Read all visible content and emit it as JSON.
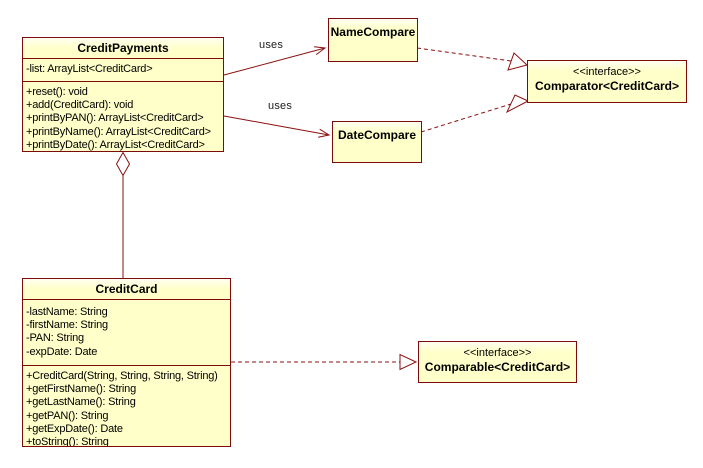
{
  "diagram": {
    "colors": {
      "box_fill": "#ffffc9",
      "box_border": "#7d0b0b",
      "line": "#8b0f0f",
      "background": "#ffffff"
    },
    "classes": {
      "creditPayments": {
        "name": "CreditPayments",
        "attributes": [
          "-list: ArrayList<CreditCard>"
        ],
        "methods": [
          "+reset(): void",
          "+add(CreditCard): void",
          "+printByPAN(): ArrayList<CreditCard>",
          "+printByName(): ArrayList<CreditCard>",
          "+printByDate(): ArrayList<CreditCard>"
        ]
      },
      "nameCompare": {
        "name": "NameCompare"
      },
      "dateCompare": {
        "name": "DateCompare"
      },
      "comparatorInterface": {
        "stereotype": "<<interface>>",
        "name": "Comparator<CreditCard>"
      },
      "creditCard": {
        "name": "CreditCard",
        "attributes": [
          "-lastName: String",
          "-firstName: String",
          "-PAN: String",
          "-expDate: Date"
        ],
        "methods": [
          "+CreditCard(String, String, String, String)",
          "+getFirstName(): String",
          "+getLastName(): String",
          "+getPAN(): String",
          "+getExpDate(): Date",
          "+toString(): String"
        ]
      },
      "comparableInterface": {
        "stereotype": "<<interface>>",
        "name": "Comparable<CreditCard>"
      }
    },
    "edge_labels": {
      "uses_name_compare": "uses",
      "uses_date_compare": "uses"
    }
  }
}
